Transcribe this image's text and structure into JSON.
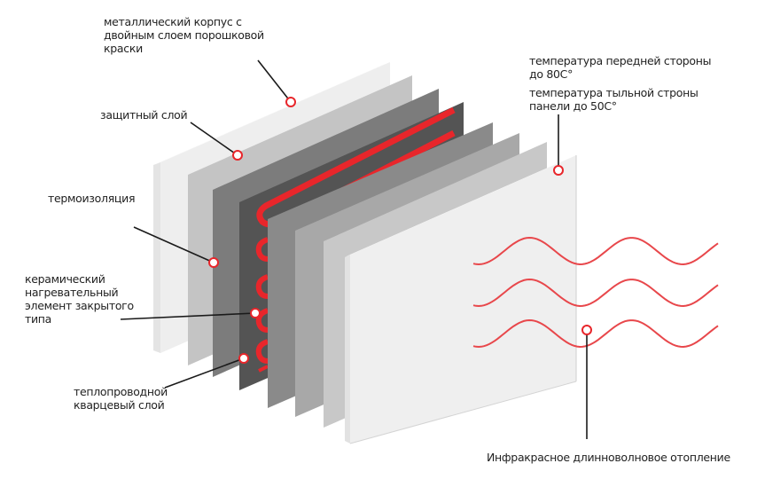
{
  "diagram": {
    "title": "Infrared heating panel exploded view",
    "colors": {
      "accent": "#e8262b",
      "leader_line": "#1a1a1a",
      "wave": "#e8474b",
      "panel_back_casing": "#eeeeee",
      "panel_protective": "#c4c4c4",
      "panel_insulation": "#7c7c7c",
      "panel_heating": "#545454",
      "panel_quartz": "#8a8a8a",
      "panel_layer6": "#a8a8a8",
      "panel_layer7": "#c8c8c8",
      "panel_front": "#efefef"
    },
    "labels": {
      "casing": [
        "металлический корпус  с",
        "двойным слоем порошковой",
        "краски"
      ],
      "protective": [
        "защитный слой"
      ],
      "insulation": [
        "термоизоляция"
      ],
      "heating_element": [
        "керамический",
        "нагревательный",
        "элемент закрытого",
        "типа"
      ],
      "quartz": [
        "теплопроводной",
        "кварцевый слой"
      ],
      "temp_front": [
        "температура передней стороны",
        "до 80С°"
      ],
      "temp_back": [
        "температура тыльной строны",
        "панели до 50С°"
      ],
      "infrared": [
        "Инфракрасное длинноволновое отопление"
      ]
    },
    "layers": [
      {
        "name": "back-casing-panel",
        "color_key": "panel_back_casing"
      },
      {
        "name": "protective-layer-panel",
        "color_key": "panel_protective"
      },
      {
        "name": "insulation-panel",
        "color_key": "panel_insulation"
      },
      {
        "name": "heating-element-panel",
        "color_key": "panel_heating"
      },
      {
        "name": "quartz-layer-panel",
        "color_key": "panel_quartz"
      },
      {
        "name": "intermediate-layer-panel",
        "color_key": "panel_layer6"
      },
      {
        "name": "intermediate-layer-panel-2",
        "color_key": "panel_layer7"
      },
      {
        "name": "front-panel",
        "color_key": "panel_front"
      }
    ],
    "wave_count": 3
  }
}
